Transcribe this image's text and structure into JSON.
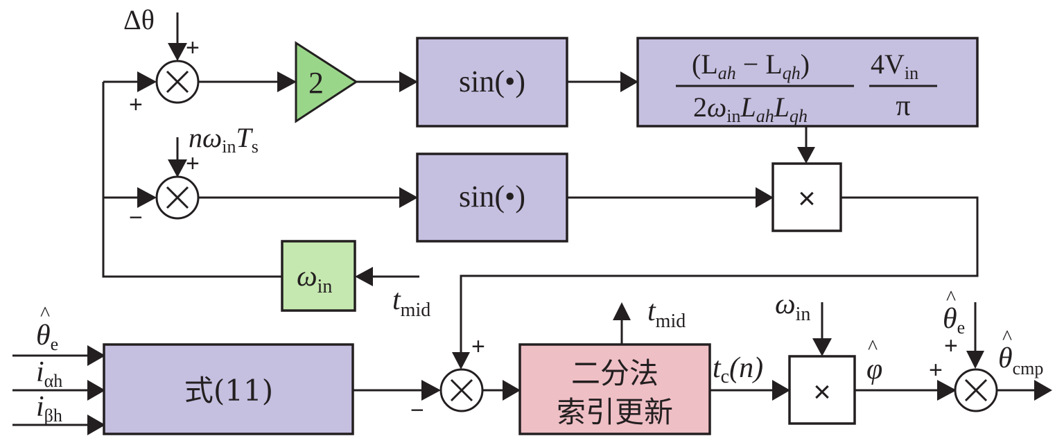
{
  "diagram": {
    "colors": {
      "purple_block": "#c5bfe0",
      "green_gain": "#9ad68a",
      "light_green_block": "#c5e8b0",
      "pink_block": "#efbfc6",
      "line": "#231f20"
    },
    "inputs": {
      "delta_theta": "Δθ",
      "n_omega_Ts": {
        "n": "n",
        "omega": "ω",
        "omega_sub": "in",
        "T": "T",
        "T_sub": "s"
      },
      "theta_e_hat": {
        "sym": "θ",
        "sub": "e",
        "hat": "^"
      },
      "i_alpha_h": {
        "sym": "i",
        "sub": "αh"
      },
      "i_beta_h": {
        "sym": "i",
        "sub": "βh"
      },
      "t_mid_in": {
        "sym": "t",
        "sub": "mid"
      },
      "omega_in_top": {
        "sym": "ω",
        "sub": "in"
      },
      "theta_e_hat_right": {
        "sym": "θ",
        "sub": "e",
        "hat": "^"
      }
    },
    "blocks": {
      "gain": "2",
      "sin_top": "sin(•)",
      "sin_mid": "sin(•)",
      "coef": {
        "num1": "(L",
        "num1_sub": "ah",
        "num_minus": " − L",
        "num2_sub": "qh",
        "num_close": ")",
        "den_2": "2",
        "den_omega": "ω",
        "den_omega_sub": "in",
        "den_L1": "L",
        "den_L1_sub": "ah",
        "den_L2": "L",
        "den_L2_sub": "qh",
        "frac2_num": "4V",
        "frac2_num_sub": "in",
        "frac2_den": "π"
      },
      "multiplier_mid": "×",
      "omega_block": {
        "sym": "ω",
        "sub": "in"
      },
      "eq11": "式(11)",
      "bisection_line1": "二分法",
      "bisection_line2": "索引更新",
      "multiplier_bottom": "×"
    },
    "signals": {
      "t_mid_out": {
        "sym": "t",
        "sub": "mid"
      },
      "tc_n": {
        "sym": "t",
        "sub": "c",
        "arg": "(n)"
      },
      "phi_hat": {
        "sym": "φ",
        "hat": "^"
      },
      "theta_cmp": {
        "sym": "θ",
        "sub": "cmp",
        "hat": "^"
      }
    },
    "signs": {
      "plus": "+",
      "minus": "−"
    }
  }
}
